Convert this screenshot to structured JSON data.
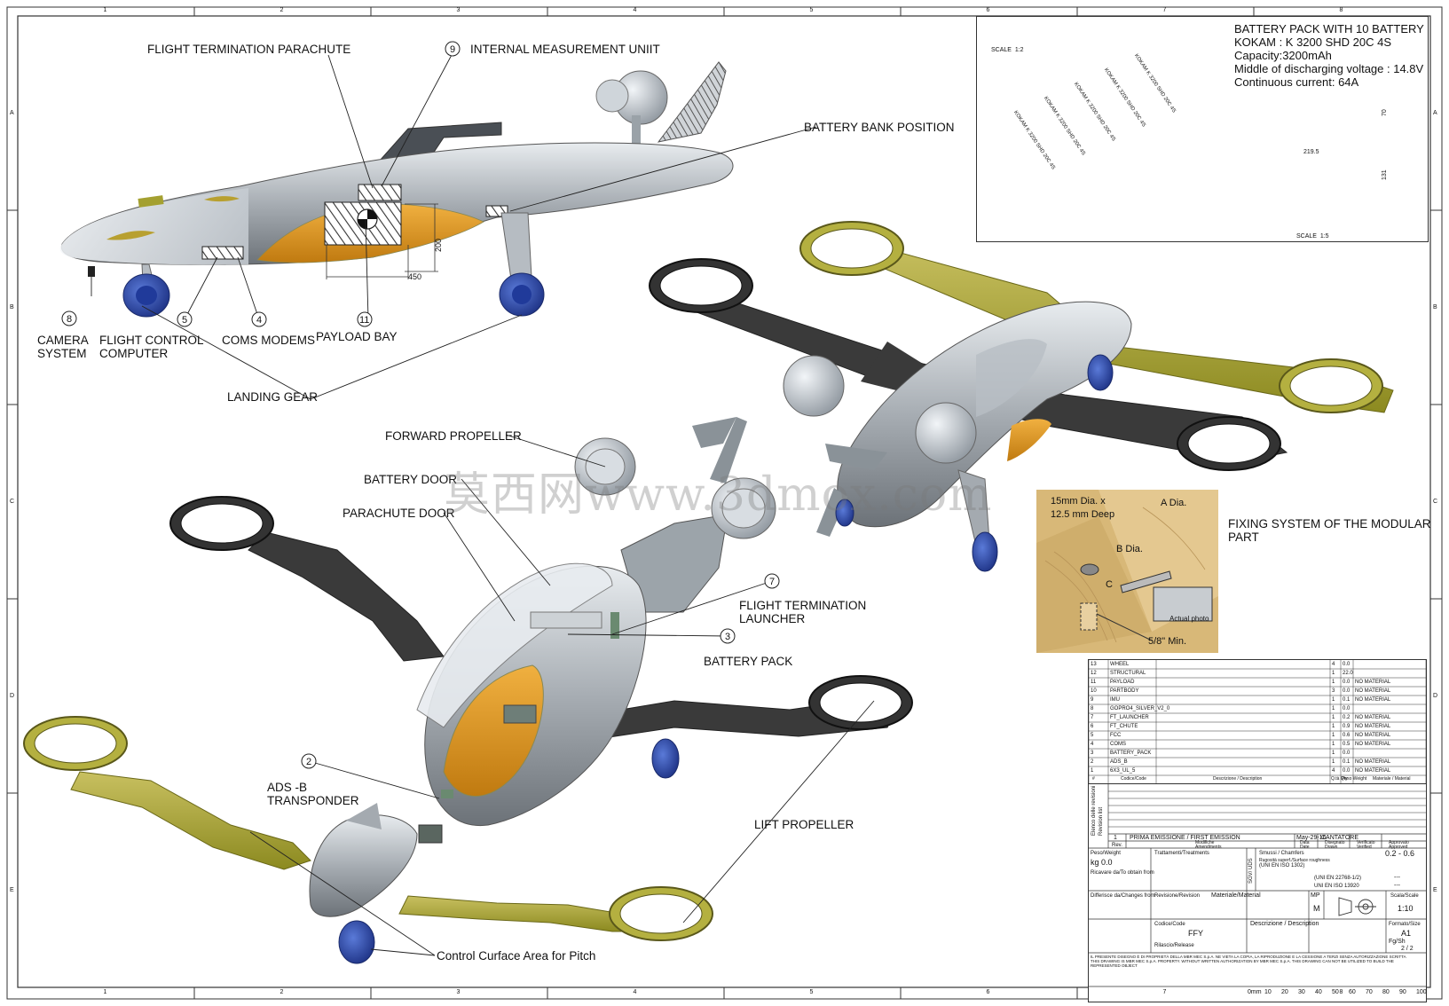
{
  "frame": {
    "col_ticks": [
      "1",
      "2",
      "3",
      "4",
      "5",
      "6",
      "7",
      "8"
    ],
    "row_ticks": [
      "A",
      "B",
      "C",
      "D",
      "E"
    ]
  },
  "callouts": {
    "flight_termination_parachute": "FLIGHT TERMINATION PARACHUTE",
    "internal_measurement_unit": "INTERNAL MEASUREMENT UNIIT",
    "battery_bank_position": "BATTERY BANK POSITION",
    "camera_system": "CAMERA\nSYSTEM",
    "flight_control_computer": "FLIGHT CONTROL\nCOMPUTER",
    "coms_modems": "COMS MODEMS",
    "payload_bay": "PAYLOAD BAY",
    "landing_gear": "LANDING GEAR",
    "forward_propeller": "FORWARD PROPELLER",
    "battery_door": "BATTERY DOOR",
    "parachute_door": "PARACHUTE DOOR",
    "flight_termination_launcher": "FLIGHT TERMINATION\nLAUNCHER",
    "battery_pack": "BATTERY PACK",
    "ads_b_transponder": "ADS -B\nTRANSPONDER",
    "lift_propeller": "LIFT PROPELLER",
    "control_surface": "Control Curface Area for Pitch",
    "fixing_system": "FIXING SYSTEM OF THE MODULAR\nPART"
  },
  "balloons": [
    "9",
    "8",
    "5",
    "4",
    "11",
    "7",
    "3",
    "2"
  ],
  "dimensions": {
    "width": "450",
    "height": "200"
  },
  "battery": {
    "scale_top": "SCALE  1:2",
    "scale_bottom": "SCALE  1:5",
    "specs": [
      "BATTERY PACK WITH 10 BATTERY",
      "KOKAM : K 3200 SHD 20C 4S",
      "Capacity:3200mAh",
      "Middle of discharging voltage : 14.8V",
      "Continuous current: 64A"
    ],
    "cell_label": "KOKAM K 3200 SHD 20C 4S",
    "dim_219": "219.5",
    "dim_70": "70",
    "dim_131": "131"
  },
  "fixing_photo": {
    "hole": "15mm Dia. x\n12.5 mm Deep",
    "a_dia": "A Dia.",
    "b_dia": "B Dia.",
    "c": "C",
    "min": "5/8\" Min.",
    "actual": "Actual photo"
  },
  "watermark": "莫西网www.3dmox.com",
  "parts_table": {
    "rows": [
      [
        "13",
        "WHEEL",
        "4",
        "0.0",
        ""
      ],
      [
        "12",
        "STRUCTURAL",
        "1",
        "22.0",
        ""
      ],
      [
        "11",
        "PAYLOAD",
        "1",
        "0.0",
        "NO MATERIAL"
      ],
      [
        "10",
        "PARTBODY",
        "3",
        "0.0",
        "NO MATERIAL"
      ],
      [
        "9",
        "IMU",
        "1",
        "0.1",
        "NO MATERIAL"
      ],
      [
        "8",
        "GOPRO4_SILVER_V2_0",
        "1",
        "0.0",
        ""
      ],
      [
        "7",
        "FT_LAUNCHER",
        "1",
        "0.2",
        "NO MATERIAL"
      ],
      [
        "6",
        "FT_CHUTE",
        "1",
        "0.9",
        "NO MATERIAL"
      ],
      [
        "5",
        "FCC",
        "1",
        "0.6",
        "NO MATERIAL"
      ],
      [
        "4",
        "COMS",
        "1",
        "0.5",
        "NO MATERIAL"
      ],
      [
        "3",
        "BATTERY_PACK",
        "1",
        "0.0",
        ""
      ],
      [
        "2",
        "ADS_B",
        "1",
        "0.1",
        "NO MATERIAL"
      ],
      [
        "1",
        "6X3_UL_5",
        "4",
        "0.0",
        "NO MATERIAL"
      ]
    ],
    "header": [
      "#",
      "Codice/Code",
      "Descrizione / Description",
      "Q.tà Qty",
      "Peso Weight",
      "Materiale / Material"
    ]
  },
  "title_block": {
    "revision_label": "Elenco delle revisioni\nRevision list",
    "rev_num": "1",
    "rev_desc": "PRIMA EMISSIONE / FIRST EMISSION",
    "rev_date": "May-29-16",
    "rev_author": "CANTATORE",
    "rev_hdr": "Rev.",
    "mod_hdr": "Modifiche\nAmendments",
    "date_hdr": "Data\nDate",
    "drawn_hdr": "Disegnato\nDrawn",
    "verified_hdr": "Verificato\nVerified",
    "approved_hdr": "Approvato\nApproved",
    "weight_label": "Peso/Weight",
    "weight_val": "kg 0.0",
    "treat_label": "Trattamenti/Treatments",
    "taglio_label": "Ricavare da/To obtain from",
    "sgv_label": "SGV/ UDS",
    "bevel_label": "Smussi / Chamfers",
    "bevel_val": "0.2 - 0.6",
    "rough_label": "Rugosità superf./Surface roughness",
    "rough_std": "(UNI EN ISO 1302)",
    "tol_std1": "(UNI EN 22768-1/2)",
    "tol_std2": "UNI EN ISO 13920",
    "diff_label": "Differisce da/Changes from",
    "rev_label2": "Revisione/Revision",
    "material_label": "Materiale/Material",
    "mp_label": "MP",
    "m_label": "M",
    "scale_label": "Scala/Scale",
    "scale_val": "1:10",
    "code_label": "Codice/Code",
    "code_val": "FFY",
    "desc_label": "Descrizione / Description",
    "format_label": "Formato/Size",
    "format_val": "A1",
    "sheet_label": "Fg/Sh",
    "sheet_val": "2 / 2",
    "release_label": "Rilascio/Release",
    "dash1": "---",
    "dash2": "---",
    "legal": "IL PRESENTE DISEGNO È DI PROPRIETÀ DELLA MBR MEC S.p.A. NE VIETA LA COPIA, LA RIPRODUZIONE E LA CESSIONE A TERZI SENZA AUTORIZZAZIONE SCRITTA\nTHIS DRAWING IS MBR MEC S.p.A. PROPERTY. WITHOUT WRITTEN AUTHORIZATION BY MBR MEC S.p.A. THIS DRAWING CAN NOT BE UTILIZED TO BUILD THE REPRESENTED OBJECT"
  },
  "scale_bar": [
    "0mm",
    "10",
    "20",
    "30",
    "40",
    "50",
    "60",
    "70",
    "80",
    "90",
    "100"
  ]
}
